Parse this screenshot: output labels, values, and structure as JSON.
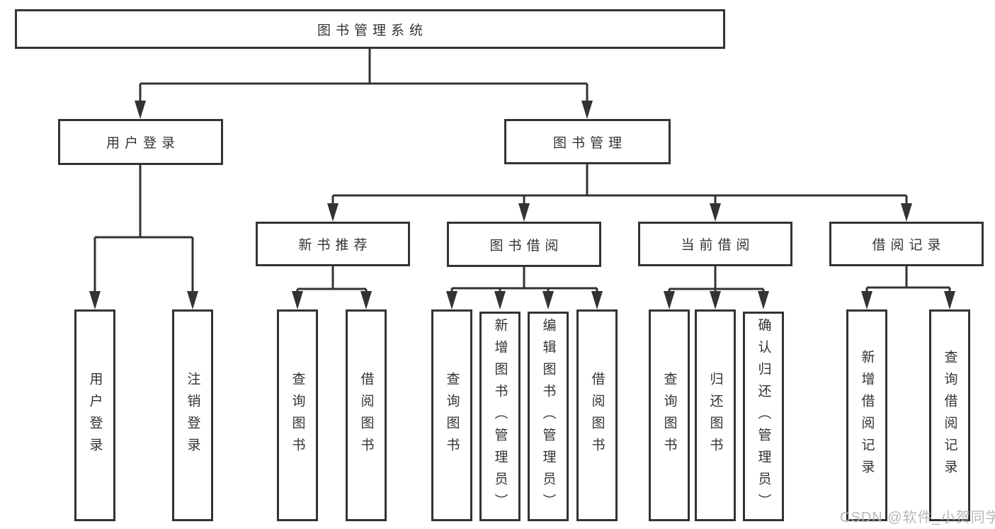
{
  "diagram": {
    "type": "hierarchy-tree",
    "watermark": "CSDN @软件_小贺同学",
    "colors": {
      "line": "#333333",
      "text": "#333333",
      "box_fill": "#ffffff",
      "background": "#ffffff",
      "watermark": "#b5babe"
    },
    "tree": {
      "label": "图书管理系统",
      "children": [
        {
          "label": "用户登录",
          "children": [
            {
              "label": "用户登录"
            },
            {
              "label": "注销登录"
            }
          ]
        },
        {
          "label": "图书管理",
          "children": [
            {
              "label": "新书推荐",
              "children": [
                {
                  "label": "查询图书"
                },
                {
                  "label": "借阅图书"
                }
              ]
            },
            {
              "label": "图书借阅",
              "children": [
                {
                  "label": "查询图书"
                },
                {
                  "label": "新增图书（管理员）"
                },
                {
                  "label": "编辑图书（管理员）"
                },
                {
                  "label": "借阅图书"
                }
              ]
            },
            {
              "label": "当前借阅",
              "children": [
                {
                  "label": "查询图书"
                },
                {
                  "label": "归还图书"
                },
                {
                  "label": "确认归还（管理员）"
                }
              ]
            },
            {
              "label": "借阅记录",
              "children": [
                {
                  "label": "新增借阅记录"
                },
                {
                  "label": "查询借阅记录"
                }
              ]
            }
          ]
        }
      ]
    }
  }
}
